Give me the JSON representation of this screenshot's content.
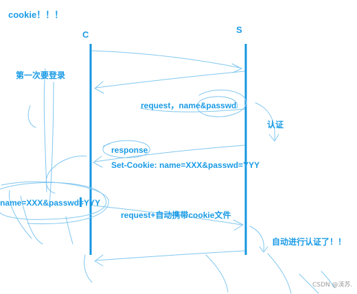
{
  "title": "cookie！！！",
  "actors": {
    "client": "C",
    "server": "S"
  },
  "labels": {
    "first_login": "第一次要登录",
    "request1": "request，name&passwd",
    "auth": "认证",
    "response": "response",
    "set_cookie": "Set-Cookie: name=XXX&passwd=YYY",
    "stored_cookie": "name=XXX&passwd=YYY",
    "request2": "request+自动携带cookie文件",
    "auto_auth": "自动进行认证了！！"
  },
  "watermark": "CSDN @渼苏.",
  "colors": {
    "ink": "#1a9be6",
    "lifeline": "#1596e0",
    "sketch": "#7fc6ef"
  }
}
